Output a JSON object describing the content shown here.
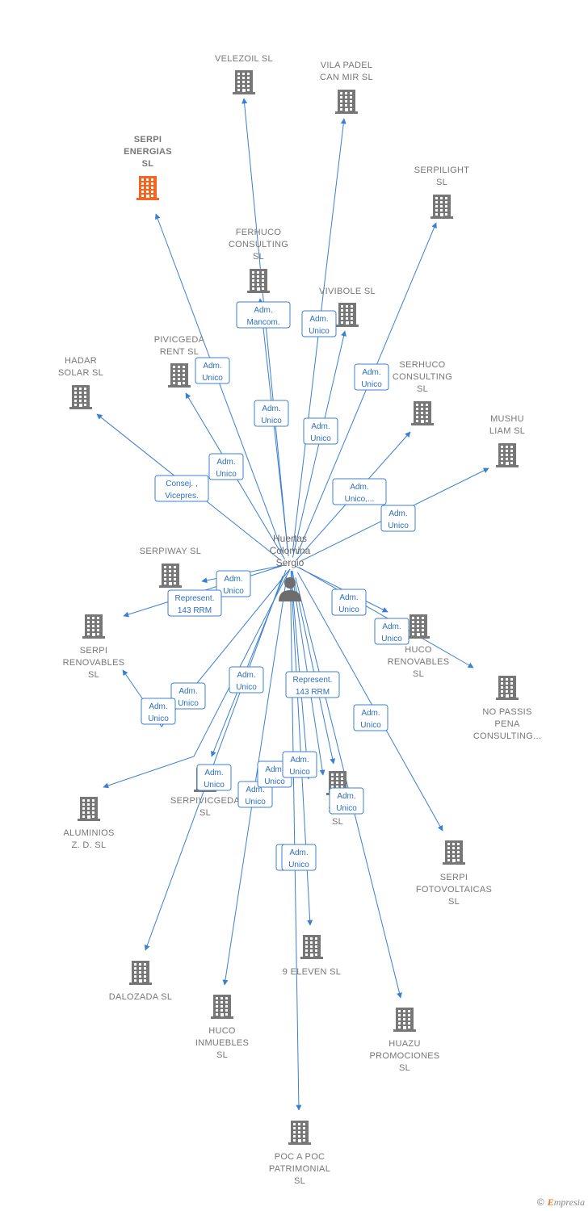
{
  "person": {
    "lines": [
      "Huertas",
      "Colomina",
      "Sergio"
    ]
  },
  "colors": {
    "edge": "#3b7fd0",
    "building": "#777777",
    "highlight": "#f26522"
  },
  "footer": {
    "copyright": "©",
    "brand_initial": "E",
    "brand_rest": "mpresia"
  },
  "companies": [
    {
      "id": "velezoil",
      "lines": [
        "VELEZOIL  SL"
      ]
    },
    {
      "id": "vila-padel",
      "lines": [
        "VILA PADEL",
        "CAN MIR  SL"
      ]
    },
    {
      "id": "serpi-energias",
      "lines": [
        "SERPI",
        "ENERGIAS",
        "SL"
      ],
      "highlight": true
    },
    {
      "id": "serpilight",
      "lines": [
        "SERPILIGHT",
        "SL"
      ]
    },
    {
      "id": "ferhuco",
      "lines": [
        "FERHUCO",
        "CONSULTING",
        "SL"
      ]
    },
    {
      "id": "vivibole",
      "lines": [
        "VIVIBOLE  SL"
      ]
    },
    {
      "id": "pivicgeda",
      "lines": [
        "PIVICGEDA",
        "RENT  SL"
      ]
    },
    {
      "id": "hadar",
      "lines": [
        "HADAR",
        "SOLAR  SL"
      ]
    },
    {
      "id": "serhuco",
      "lines": [
        "SERHUCO",
        "CONSULTING",
        "SL"
      ]
    },
    {
      "id": "mushu",
      "lines": [
        "MUSHU",
        "LIAM  SL"
      ]
    },
    {
      "id": "serpiway",
      "lines": [
        "SERPIWAY  SL"
      ]
    },
    {
      "id": "serpi-renovables",
      "lines": [
        "SERPI",
        "RENOVABLES",
        "SL"
      ]
    },
    {
      "id": "huco-renovables",
      "lines": [
        "HUCO",
        "RENOVABLES",
        "SL"
      ]
    },
    {
      "id": "no-passis",
      "lines": [
        "NO PASSIS",
        "PENA",
        "CONSULTING..."
      ]
    },
    {
      "id": "aluminios",
      "lines": [
        "ALUMINIOS",
        "Z. D.  SL"
      ]
    },
    {
      "id": "serpivicgeda",
      "lines": [
        "SERPIVICGEDA",
        "SL"
      ]
    },
    {
      "id": "ser",
      "lines": [
        "SER",
        "SL"
      ]
    },
    {
      "id": "serpi-fotovoltaicas",
      "lines": [
        "SERPI",
        "FOTOVOLTAICAS",
        "SL"
      ]
    },
    {
      "id": "nine-eleven",
      "lines": [
        "9 ELEVEN  SL"
      ]
    },
    {
      "id": "dalozada",
      "lines": [
        "DALOZADA  SL"
      ]
    },
    {
      "id": "huco-inmuebles",
      "lines": [
        "HUCO",
        "INMUEBLES",
        "SL"
      ]
    },
    {
      "id": "huazu",
      "lines": [
        "HUAZU",
        "PROMOCIONES",
        "SL"
      ]
    },
    {
      "id": "poc-a-poc",
      "lines": [
        "POC A POC",
        "PATRIMONIAL",
        "SL"
      ]
    }
  ],
  "relations": [
    {
      "id": "r-velezoil",
      "lines": [
        "Adm.",
        "Mancom."
      ]
    },
    {
      "id": "r-vila",
      "lines": [
        "Adm.",
        "Unico"
      ]
    },
    {
      "id": "r-serpi-energias",
      "lines": [
        "Adm.",
        "Unico"
      ]
    },
    {
      "id": "r-ferhuco",
      "lines": [
        "Adm.",
        "Unico"
      ]
    },
    {
      "id": "r-vivibole",
      "lines": [
        "Adm.",
        "Unico"
      ]
    },
    {
      "id": "r-serpilight",
      "lines": [
        "Adm.",
        "Unico"
      ]
    },
    {
      "id": "r-pivicgeda",
      "lines": [
        "Adm.",
        "Unico"
      ]
    },
    {
      "id": "r-hadar",
      "lines": [
        "Consej. ,",
        "Vicepres."
      ]
    },
    {
      "id": "r-serhuco",
      "lines": [
        "Adm.",
        "Unico,..."
      ]
    },
    {
      "id": "r-mushu",
      "lines": [
        "Adm.",
        "Unico"
      ]
    },
    {
      "id": "r-serpiway",
      "lines": [
        "Adm.",
        "Unico"
      ]
    },
    {
      "id": "r-serpi-renovables",
      "lines": [
        "Represent.",
        "143 RRM"
      ]
    },
    {
      "id": "r-huco-renovables",
      "lines": [
        "Adm.",
        "Unico"
      ]
    },
    {
      "id": "r-no-passis",
      "lines": [
        "Adm.",
        "Unico"
      ]
    },
    {
      "id": "r-aluminios-1",
      "lines": [
        "Adm.",
        "Unico"
      ]
    },
    {
      "id": "r-aluminios-2",
      "lines": [
        "Adm.",
        "Unico"
      ]
    },
    {
      "id": "r-serpivicgeda",
      "lines": [
        "Adm.",
        "Unico"
      ]
    },
    {
      "id": "r-ser-rep",
      "lines": [
        "Represent.",
        "143 RRM"
      ]
    },
    {
      "id": "r-dalozada",
      "lines": [
        "Adm.",
        "Unico"
      ]
    },
    {
      "id": "r-huco-inm",
      "lines": [
        "Adm.",
        "Unico"
      ]
    },
    {
      "id": "r-ser-1",
      "lines": [
        "Adm.",
        "Unico"
      ]
    },
    {
      "id": "r-ser-2",
      "lines": [
        "Adm.",
        "Unico"
      ]
    },
    {
      "id": "r-serpi-foto",
      "lines": [
        "Adm.",
        "Unico"
      ]
    },
    {
      "id": "r-huazu",
      "lines": [
        "Adm.",
        "Unico"
      ]
    },
    {
      "id": "r-nine",
      "lines": [
        "Adm.",
        "Unico"
      ]
    },
    {
      "id": "r-poc",
      "lines": [
        "Adm.",
        "Unico"
      ]
    }
  ]
}
